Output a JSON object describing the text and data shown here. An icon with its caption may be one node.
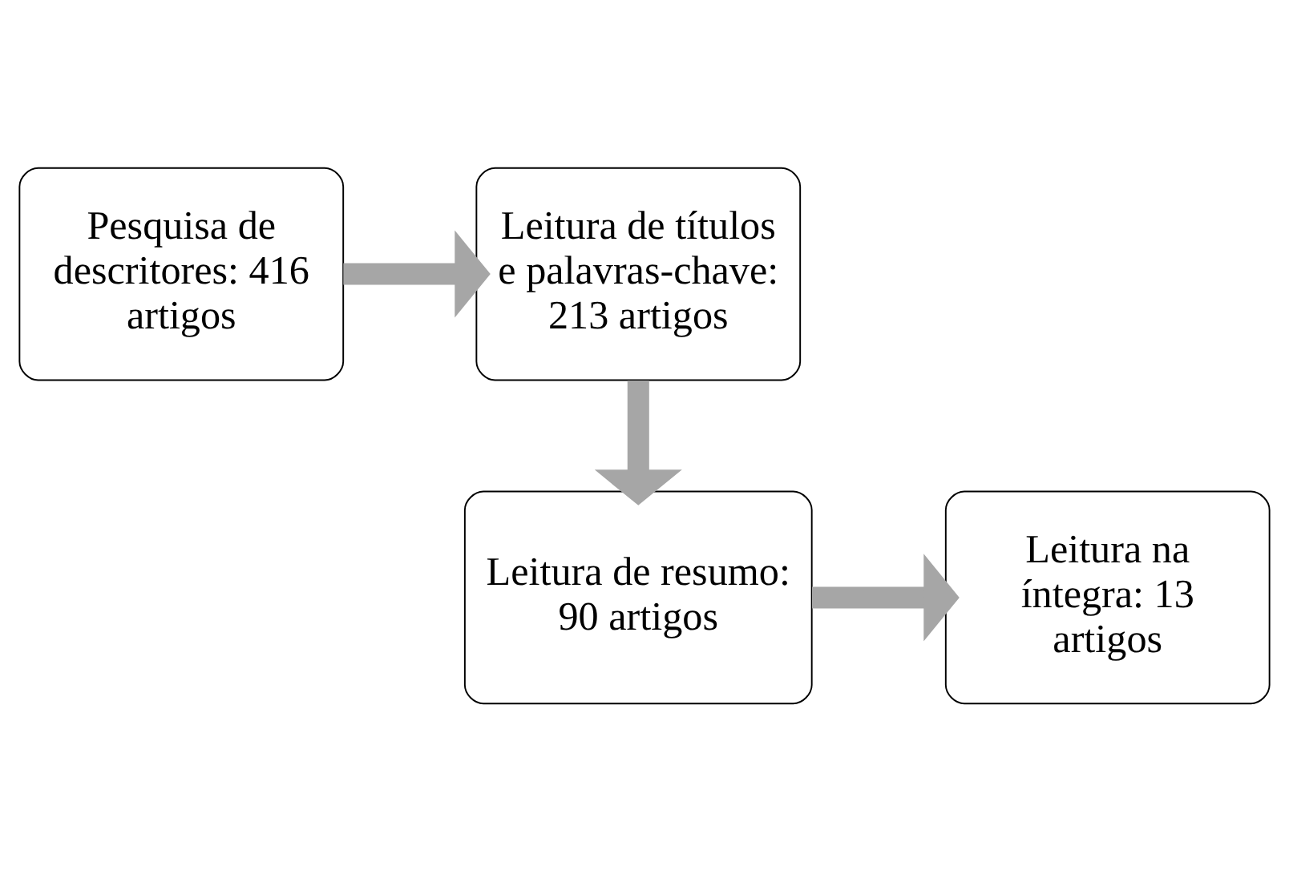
{
  "diagram": {
    "nodes": [
      {
        "text": [
          "Pesquisa de descritores: 416 artigos"
        ]
      },
      {
        "text": [
          "Leitura de títulos e palavras-chave: 213 artigos"
        ]
      },
      {
        "text": [
          "Leitura de resumo: 90 artigos"
        ]
      },
      {
        "text": [
          "Leitura na íntegra: 13 artigos"
        ]
      }
    ],
    "edges": [
      {
        "from": 0,
        "to": 1,
        "arrow": "to"
      },
      {
        "from": 1,
        "to": 2,
        "arrow": "to"
      },
      {
        "from": 2,
        "to": 3,
        "arrow": "to"
      }
    ]
  }
}
